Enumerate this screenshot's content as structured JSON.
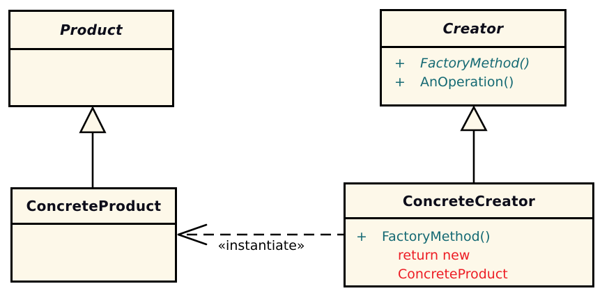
{
  "diagram": {
    "type": "uml-class-diagram",
    "pattern": "Factory Method"
  },
  "colors": {
    "background": "#FFFFFF",
    "box_fill": "#FDF8E9",
    "box_border": "#000000",
    "method_text": "#146973",
    "note_text": "#ED1C24",
    "title_text": "#000000",
    "edge_line": "#000000"
  },
  "classes": {
    "product": {
      "title": "Product",
      "abstract": true
    },
    "creator": {
      "title": "Creator",
      "abstract": true,
      "methods": [
        {
          "visibility": "+",
          "name": "FactoryMethod()",
          "abstract": true
        },
        {
          "visibility": "+",
          "name": "AnOperation()",
          "abstract": false
        }
      ]
    },
    "concrete_product": {
      "title": "ConcreteProduct",
      "abstract": false
    },
    "concrete_creator": {
      "title": "ConcreteCreator",
      "abstract": false,
      "methods": [
        {
          "visibility": "+",
          "name": "FactoryMethod()",
          "abstract": false
        }
      ],
      "note_lines": [
        "return new",
        "ConcreteProduct"
      ]
    }
  },
  "relationships": {
    "product_generalization": {
      "type": "generalization",
      "from": "ConcreteProduct",
      "to": "Product"
    },
    "creator_generalization": {
      "type": "generalization",
      "from": "ConcreteCreator",
      "to": "Creator"
    },
    "instantiate_dependency": {
      "type": "dependency",
      "style": "dashed",
      "from": "ConcreteCreator",
      "to": "ConcreteProduct",
      "label": "«instantiate»"
    }
  }
}
